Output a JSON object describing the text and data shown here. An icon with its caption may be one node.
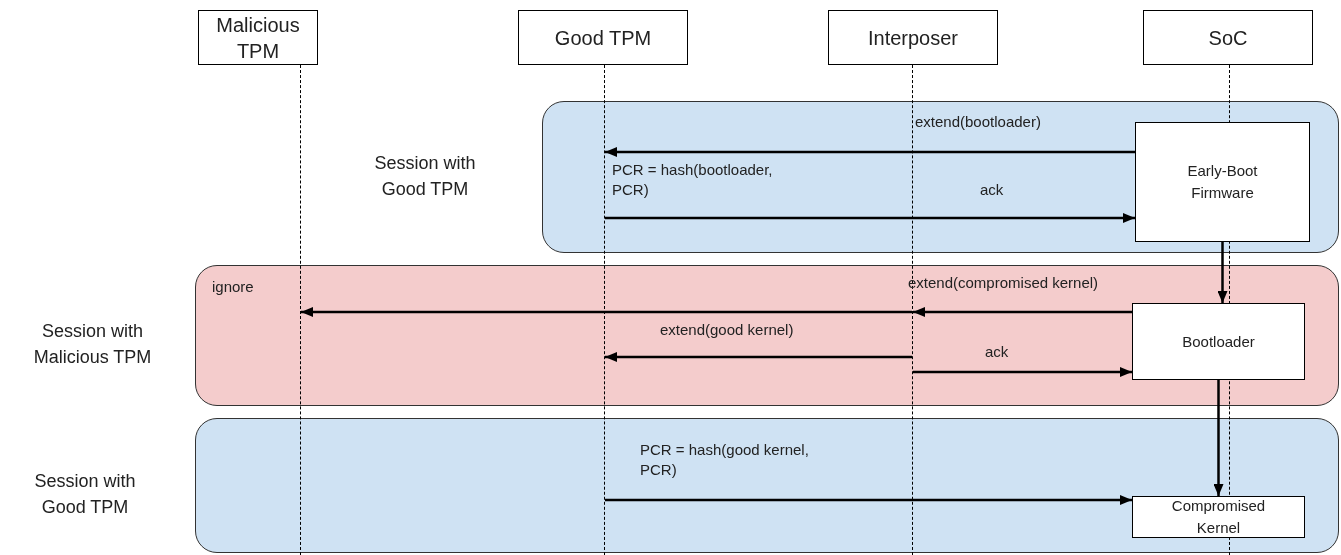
{
  "diagram": {
    "nodes": [
      {
        "text": [
          "Malicious TPM"
        ]
      },
      {
        "text": [
          "Good TPM"
        ]
      },
      {
        "text": [
          "Interposer"
        ]
      },
      {
        "text": [
          "SoC"
        ]
      },
      {
        "text": [
          "Session with Good TPM"
        ]
      },
      {
        "text": [
          "Session with Malicious TPM"
        ]
      },
      {
        "text": [
          "Session with Good TPM"
        ]
      },
      {
        "text": [
          "Early-Boot Firmware"
        ],
        "in": 4
      },
      {
        "text": [
          "Bootloader"
        ],
        "in": 5
      },
      {
        "text": [
          "Compromised Kernel"
        ],
        "in": 6
      },
      {
        "text": [],
        "shape": "line"
      },
      {
        "text": [],
        "shape": "line"
      },
      {
        "text": [],
        "shape": "line"
      },
      {
        "text": [],
        "shape": "line"
      }
    ],
    "edges": [
      {
        "from": 7,
        "to": 11,
        "arrow": "to",
        "label": "extend(bootloader)"
      },
      {
        "from": 11,
        "to": 7,
        "arrow": "to",
        "label": "ack"
      },
      {
        "from": 8,
        "to": 12,
        "arrow": "to",
        "label": "extend(compromised kernel)"
      },
      {
        "from": 12,
        "to": 10,
        "arrow": "to"
      },
      {
        "from": 12,
        "to": 11,
        "arrow": "to",
        "label": "extend(good kernel)"
      },
      {
        "from": 12,
        "to": 8,
        "arrow": "to",
        "label": "ack"
      },
      {
        "from": 11,
        "to": 9,
        "arrow": "to",
        "label": "PCR = hash(good kernel, PCR)"
      },
      {
        "from": 7,
        "to": 8,
        "arrow": "to"
      },
      {
        "from": 8,
        "to": 9,
        "arrow": "to"
      }
    ],
    "labels": [
      "PCR = hash(bootloader, PCR)",
      "ignore"
    ]
  }
}
